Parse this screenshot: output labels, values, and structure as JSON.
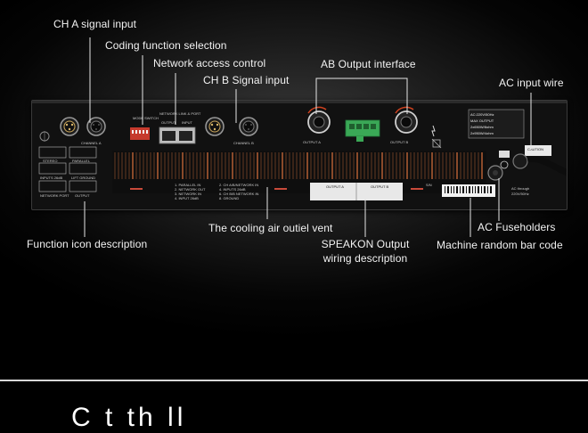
{
  "callouts": {
    "ch_a_signal_input": "CH A signal input",
    "coding_function_selection": "Coding function selection",
    "network_access_control": "Network access control",
    "ch_b_signal_input": "CH B Signal input",
    "ab_output_interface": "AB Output interface",
    "ac_input_wire": "AC input wire",
    "cooling_air_vent": "The cooling air outiel vent",
    "function_icon_description": "Function icon description",
    "speakon_output_line1": "SPEAKON Output",
    "speakon_output_line2": "wiring description",
    "ac_fuseholders": "AC Fuseholders",
    "machine_bar_code": "Machine random bar code"
  },
  "panel": {
    "channel_a": "CHANNEL A",
    "channel_b": "CHANNEL B",
    "mode_switch": "MODE SWITCH",
    "network_link_port": "NETWORK LINK & PORT",
    "output": "OUTPUT",
    "input": "INPUT",
    "output_a": "OUTPUT A",
    "output_b": "OUTPUT B",
    "spec_line1": "AC:220V/50Hz",
    "spec_line2": "MAX OUTPUT",
    "spec_line3": "2x650W/8ohm",
    "spec_line4": "2x950W/4ohm",
    "caution": "CAUTION",
    "sn": "S/N",
    "ac_through": "AC through",
    "ac_rating": "220V/50Hz",
    "legend_left": [
      "1. PARALLEL IN",
      "2. NETWORK OUT",
      "3. NETWORK IN",
      "4. INPUT 26dB"
    ],
    "legend_right": [
      "2. CH A/B/NETWORK IN",
      "4. INPUTS 26dB",
      "6. CH B/B NETWORK IN",
      "8. GROUND"
    ],
    "icon_labels": [
      "STEREO",
      "PARALLEL",
      "INPUTS 26dB",
      "LIFT GROUND",
      "NETWORK PORT",
      "OUTPUT"
    ]
  },
  "footer": {
    "partial_text": "C      t                    th      ll"
  },
  "colors": {
    "background": "#000000",
    "text": "#f2f2f2",
    "terminal_green": "#3aa856",
    "dip_red": "#d23a2e"
  }
}
